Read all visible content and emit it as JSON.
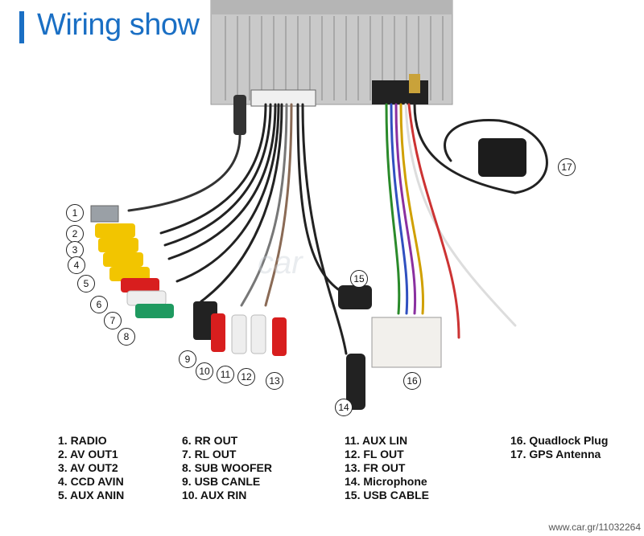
{
  "title": "Wiring show",
  "legend": {
    "col1": [
      "1. RADIO",
      "2. AV OUT1",
      "3. AV OUT2",
      "4. CCD AVIN",
      "5. AUX ANIN"
    ],
    "col2": [
      "6. RR OUT",
      "7. RL OUT",
      "8. SUB WOOFER",
      "9. USB CANLE",
      "10. AUX RIN"
    ],
    "col3": [
      "11. AUX LIN",
      "12. FL OUT",
      "13. FR OUT",
      "14. Microphone",
      "15. USB CABLE"
    ],
    "col4": [
      "16. Quadlock Plug",
      "17. GPS Antenna"
    ]
  },
  "callouts": [
    "1",
    "2",
    "3",
    "4",
    "5",
    "6",
    "7",
    "8",
    "9",
    "10",
    "11",
    "12",
    "13",
    "14",
    "15",
    "16",
    "17"
  ],
  "watermark": "www.car.gr/11032264",
  "colors": {
    "title": "#1a6fc4",
    "rca_yellow": "#f2c500",
    "rca_red": "#d81e1e",
    "rca_green": "#1f9a60",
    "rca_white": "#eeeeee"
  }
}
